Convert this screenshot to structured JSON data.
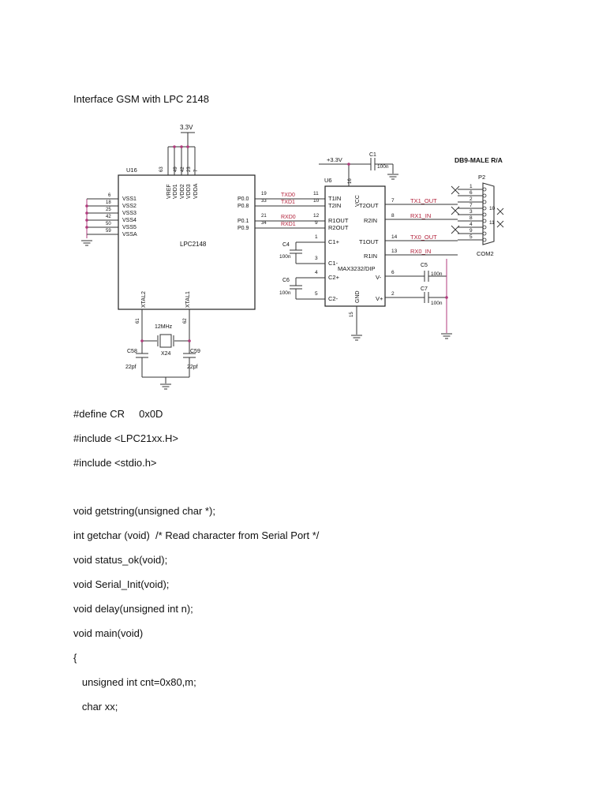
{
  "title": "Interface GSM with LPC 2148",
  "schematic": {
    "supply_label": "3.3V",
    "lpc": {
      "ref": "U16",
      "name": "LPC2148",
      "top_pin_numbers": [
        "63",
        "49",
        "42",
        "23",
        "7"
      ],
      "top_pins": [
        "VREF",
        "VDD1",
        "VDD2",
        "VDD3",
        "VDDA"
      ],
      "left_pin_numbers": [
        "6",
        "18",
        "25",
        "42",
        "50",
        "59"
      ],
      "left_pins": [
        "VSS1",
        "VSS2",
        "VSS3",
        "VSS4",
        "VSS5",
        "VSSA"
      ],
      "right_pins": [
        "P0.0",
        "P0.8",
        "P0.1",
        "P0.9"
      ],
      "right_pin_numbers": [
        "19",
        "33",
        "21",
        "34"
      ],
      "bottom_pins": [
        "XTAL2",
        "XTAL1"
      ],
      "bottom_pin_numbers": [
        "61",
        "62"
      ]
    },
    "nets_lpc_max": [
      "TXD0",
      "TXD1",
      "RXD0",
      "RXD1"
    ],
    "crystal": {
      "freq": "12MHz",
      "ref": "X24"
    },
    "crystal_caps": {
      "left_ref": "C58",
      "right_ref": "C59",
      "left_val": "22pf",
      "right_val": "22pf"
    },
    "max": {
      "ref": "U6",
      "name": "MAX3232/DIP",
      "supply": "+3.3V",
      "left_pin_numbers": [
        "11",
        "10",
        "12",
        "9",
        "1",
        "3",
        "4",
        "5"
      ],
      "left_pins": [
        "T1IN",
        "T2IN",
        "R1OUT",
        "R2OUT",
        "C1+",
        "C1-",
        "C2+",
        "C2-"
      ],
      "right_pin_numbers": [
        "7",
        "8",
        "14",
        "13",
        "6",
        "2"
      ],
      "right_pins": [
        "T2OUT",
        "R2IN",
        "T1OUT",
        "R1IN",
        "V-",
        "V+"
      ],
      "vcc_label": "VCC",
      "vcc_pin": "16",
      "gnd_label": "GND",
      "gnd_pin": "15"
    },
    "caps": {
      "c1_ref": "C1",
      "c1_val": "100n",
      "c4_ref": "C4",
      "c4_val": "100n",
      "c6_ref": "C6",
      "c6_val": "100n",
      "c5_ref": "C5",
      "c5_val": "100n",
      "c7_ref": "C7",
      "c7_val": "100n"
    },
    "nets_max_db9": [
      "TX1_OUT",
      "RX1_IN",
      "TX0_OUT",
      "RX0_IN"
    ],
    "db9": {
      "heading": "DB9-MALE R/A",
      "ref": "P2",
      "pin_numbers": [
        "1",
        "6",
        "2",
        "7",
        "3",
        "8",
        "4",
        "9",
        "5"
      ],
      "shell_pins": [
        "10",
        "11"
      ],
      "name": "COM2"
    }
  },
  "code_lines": [
    "#define CR     0x0D",
    "#include <LPC21xx.H>",
    "#include <stdio.h>",
    "",
    "void getstring(unsigned char *);",
    "int getchar (void)  /* Read character from Serial Port */",
    "void status_ok(void);",
    "void Serial_Init(void);",
    "void delay(unsigned int n);",
    "void main(void)",
    "{",
    "   unsigned int cnt=0x80,m;",
    "   char xx;"
  ]
}
